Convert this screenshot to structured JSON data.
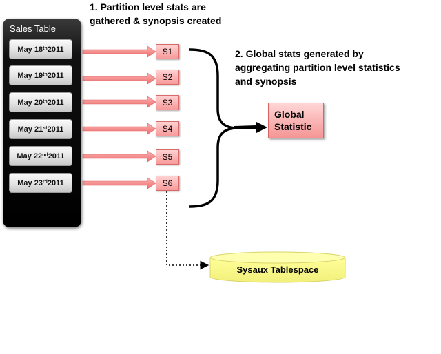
{
  "sales_table": {
    "title": "Sales Table",
    "partitions": [
      {
        "pre": "May 18",
        "sup": "th",
        "post": " 2011"
      },
      {
        "pre": "May 19",
        "sup": "th",
        "post": " 2011"
      },
      {
        "pre": "May 20",
        "sup": "th",
        "post": " 2011"
      },
      {
        "pre": "May 21",
        "sup": "st",
        "post": " 2011"
      },
      {
        "pre": "May 22",
        "sup": "nd",
        "post": " 2011"
      },
      {
        "pre": "May 23",
        "sup": "rd",
        "post": " 2011"
      }
    ]
  },
  "synopses": [
    "S1",
    "S2",
    "S3",
    "S4",
    "S5",
    "S6"
  ],
  "captions": {
    "step1": "1. Partition level stats are gathered & synopsis created",
    "step2": "2. Global stats generated by aggregating partition level statistics and synopsis"
  },
  "global": {
    "line1": "Global",
    "line2": "Statistic"
  },
  "tablespace": {
    "label": "Sysaux Tablespace"
  },
  "colors": {
    "panel": "#000000",
    "arrow": "#f27a7a",
    "synopsis": "#f79a9a",
    "cylinder": "#ffff99"
  }
}
